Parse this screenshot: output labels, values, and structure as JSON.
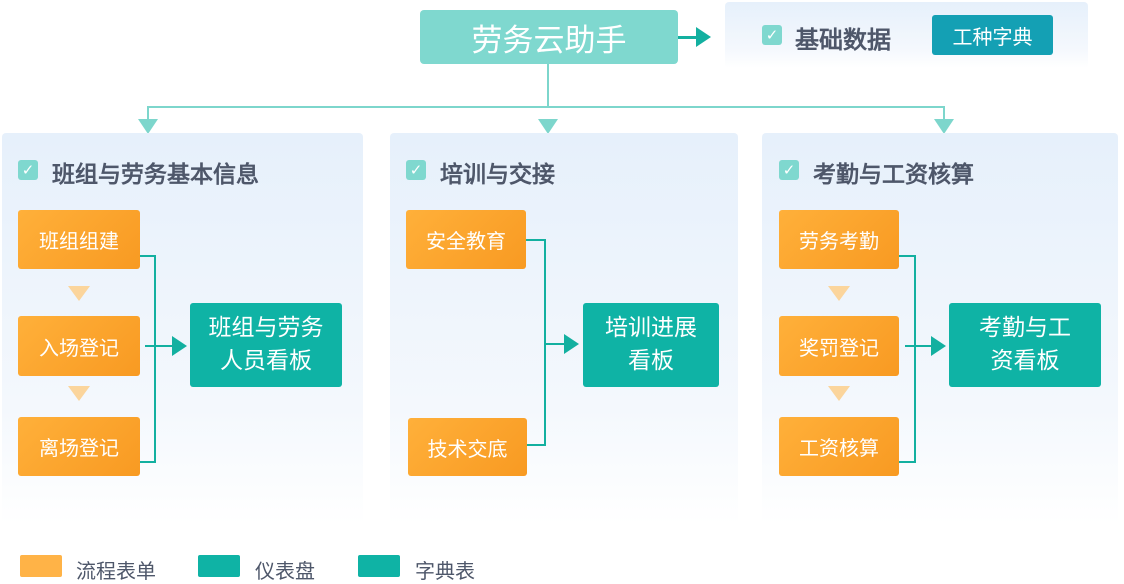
{
  "root": {
    "label": "劳务云助手"
  },
  "basic": {
    "title": "基础数据",
    "button": "工种字典"
  },
  "panels": [
    {
      "title": "班组与劳务基本信息",
      "steps": [
        "班组组建",
        "入场登记",
        "离场登记"
      ],
      "dashboard": [
        "班组与劳务",
        "人员看板"
      ]
    },
    {
      "title": "培训与交接",
      "steps": [
        "安全教育",
        "技术交底"
      ],
      "dashboard": [
        "培训进展",
        "看板"
      ]
    },
    {
      "title": "考勤与工资核算",
      "steps": [
        "劳务考勤",
        "奖罚登记",
        "工资核算"
      ],
      "dashboard": [
        "考勤与工",
        "资看板"
      ]
    }
  ],
  "legend": [
    {
      "label": "流程表单",
      "color": "#ffb347"
    },
    {
      "label": "仪表盘",
      "color": "#0fb3a5"
    },
    {
      "label": "字典表",
      "color": "#0fb3a5"
    }
  ],
  "colors": {
    "root": "#7fd8cf",
    "dashboard": "#0fb3a5",
    "dict": "#14a0b4",
    "form": "#f9a02a"
  }
}
